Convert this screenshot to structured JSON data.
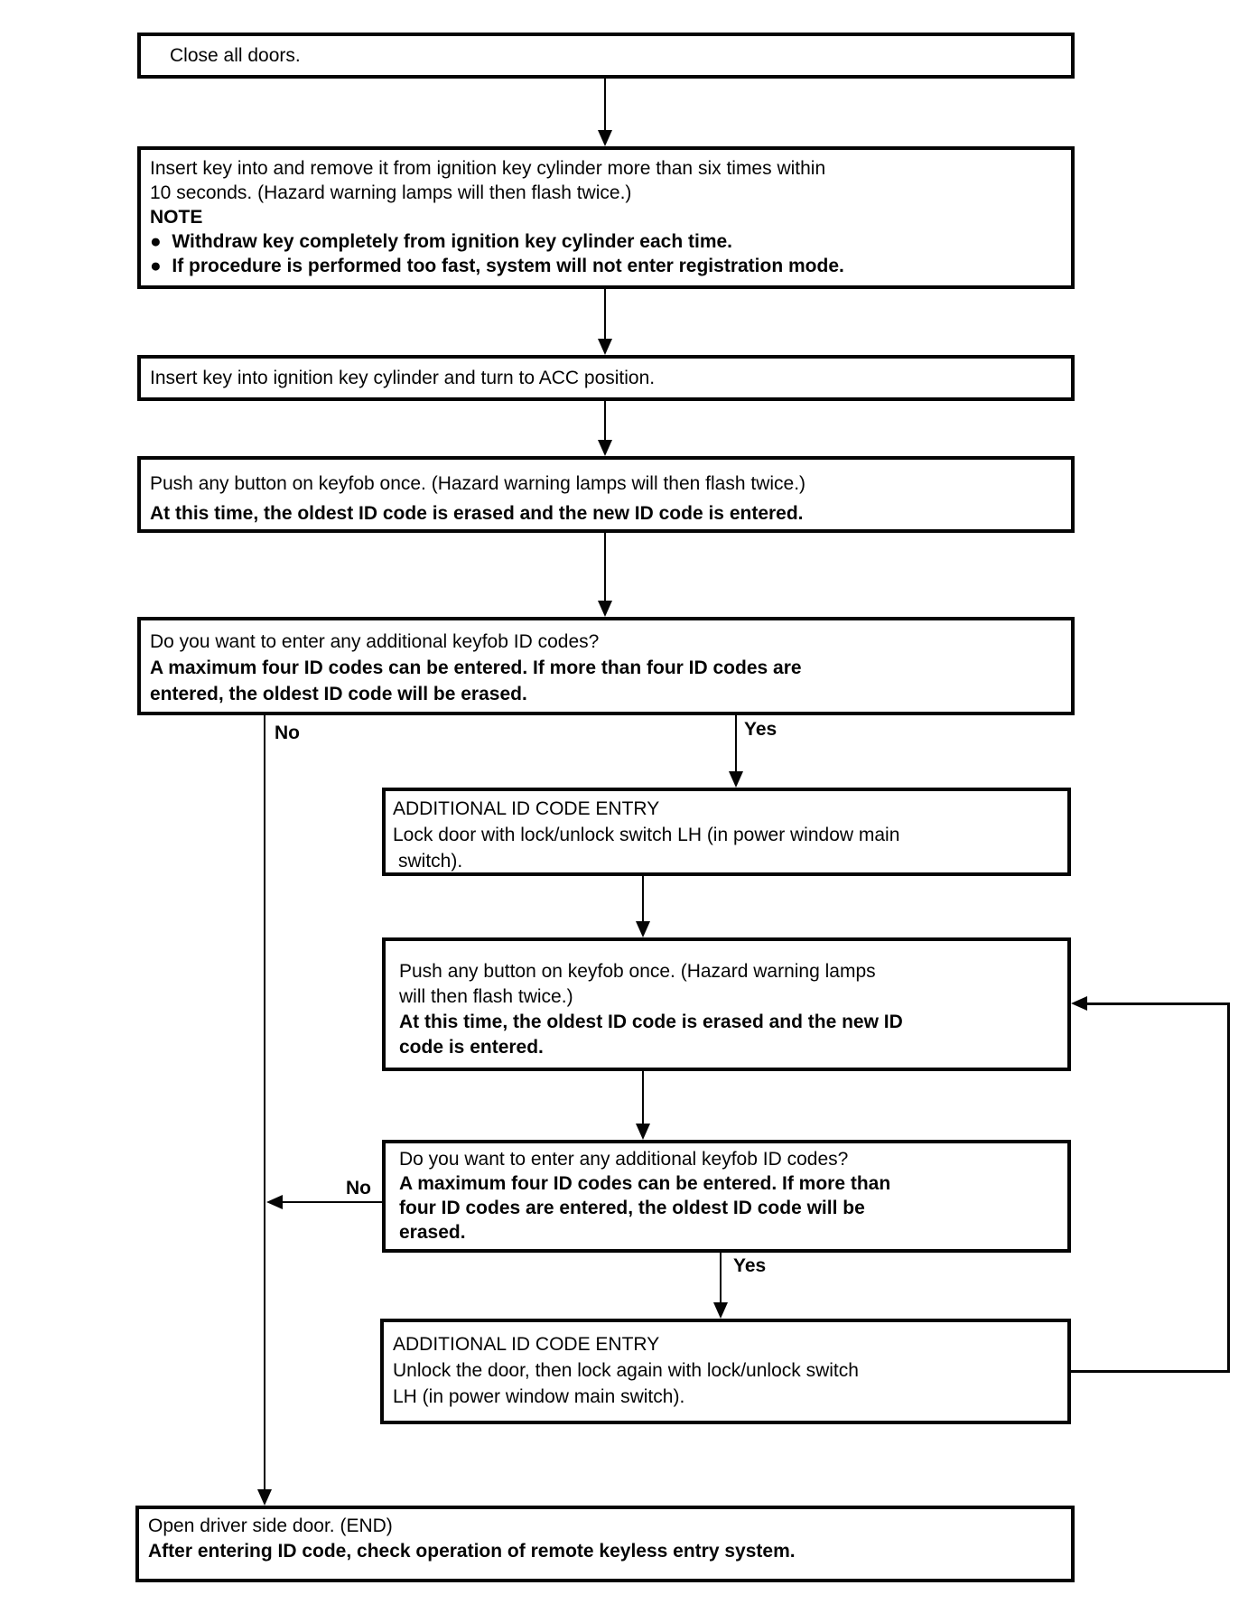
{
  "boxes": {
    "close_all_doors": {
      "lines": [
        "Close all doors."
      ]
    },
    "insert_remove_key": {
      "lines": [
        "Insert key into and remove it from ignition key cylinder more than six times within",
        "10 seconds. (Hazard warning lamps will then flash twice.)",
        "NOTE",
        "●  Withdraw key completely from ignition key cylinder each time.",
        "●  If procedure is performed too fast, system will not enter registration mode."
      ]
    },
    "insert_key_acc": {
      "lines": [
        "Insert key into ignition key cylinder and turn to ACC position."
      ]
    },
    "push_button_first": {
      "lines": [
        "Push any button on keyfob once. (Hazard warning lamps will then flash twice.)",
        "At this time, the oldest ID code is erased and the new ID code is entered."
      ]
    },
    "additional_question_first": {
      "lines": [
        "Do you want to enter any additional keyfob ID codes?",
        "A maximum four ID codes can be entered. If more than four ID codes are",
        "entered, the oldest ID code will be erased."
      ]
    },
    "additional_entry_lock": {
      "lines": [
        "ADDITIONAL ID CODE ENTRY",
        "Lock door with lock/unlock switch LH (in power window main",
        "switch)."
      ]
    },
    "push_button_second": {
      "lines": [
        "Push any button on keyfob once. (Hazard warning lamps",
        "will then flash twice.)",
        "At this time, the oldest ID code is erased and the new ID",
        "code is entered."
      ]
    },
    "additional_question_second": {
      "lines": [
        "Do you want to enter any additional keyfob ID codes?",
        "A maximum four ID codes can be entered. If more than",
        "four ID codes are entered, the oldest ID code will be",
        "erased."
      ]
    },
    "additional_entry_unlock": {
      "lines": [
        "ADDITIONAL ID CODE ENTRY",
        "Unlock the door, then lock again with lock/unlock switch",
        "LH (in power window main switch)."
      ]
    },
    "open_door_end": {
      "lines": [
        "Open driver side door. (END)",
        "After entering ID code, check operation of remote keyless entry system."
      ]
    }
  },
  "labels": {
    "no_first": "No",
    "yes_first": "Yes",
    "no_second": "No",
    "yes_second": "Yes"
  },
  "colors": {
    "ink": "#050505",
    "background": "#ffffff"
  }
}
